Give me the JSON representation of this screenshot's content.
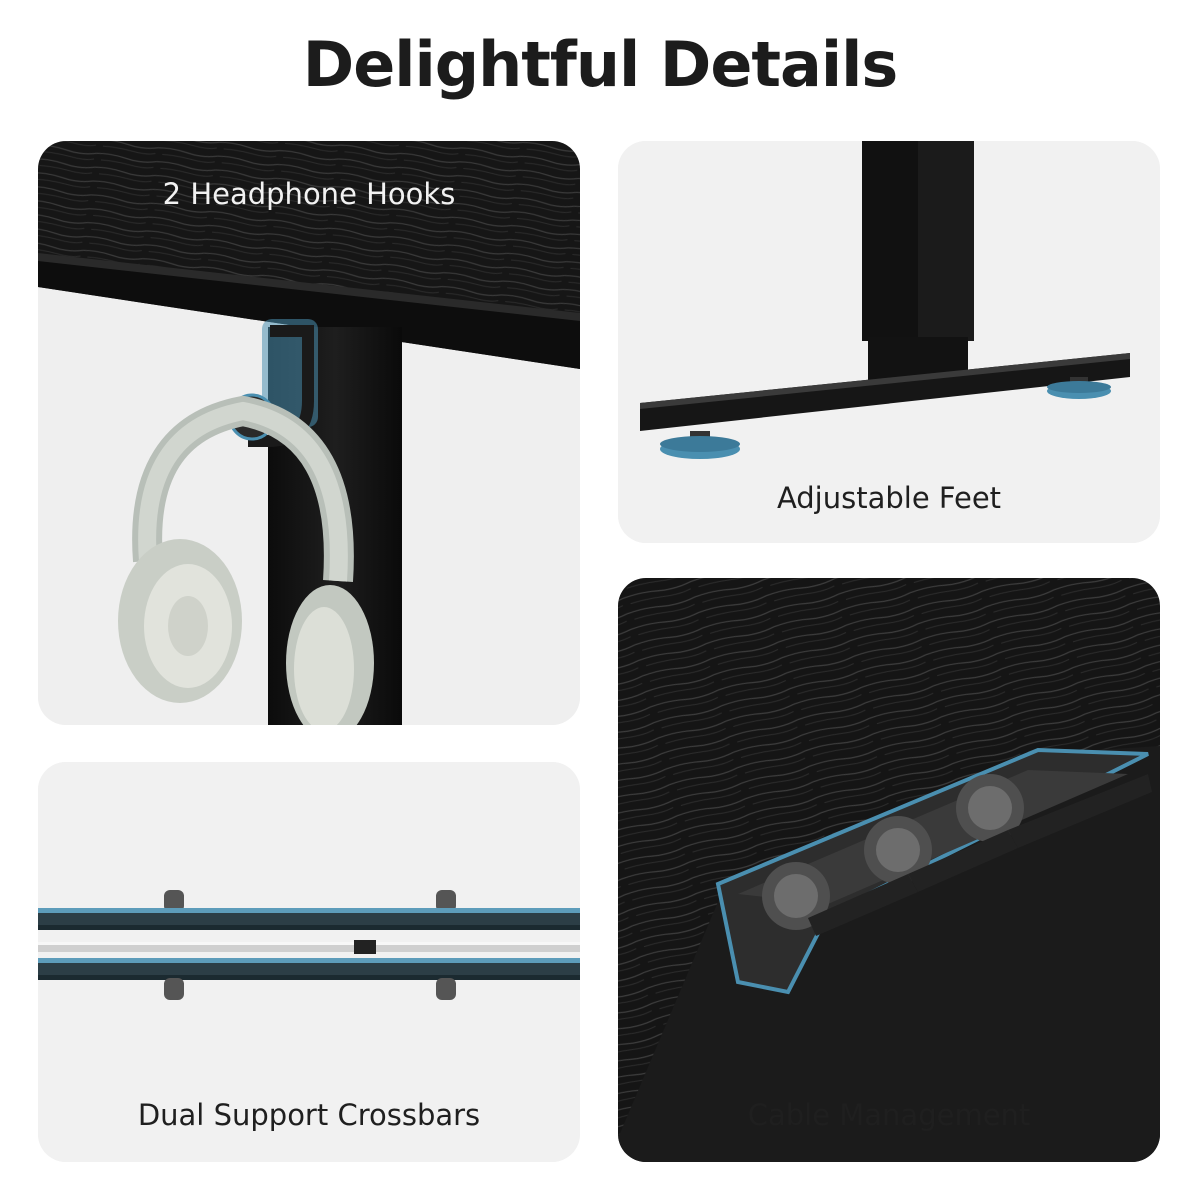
{
  "page": {
    "title": "Delightful Details"
  },
  "features": [
    {
      "label": "2 Headphone Hooks",
      "icon": "headphone-hook-illustration"
    },
    {
      "label": "Adjustable Feet",
      "icon": "adjustable-feet-illustration"
    },
    {
      "label": "Dual Support Crossbars",
      "icon": "crossbars-illustration"
    },
    {
      "label": "Cable Management",
      "icon": "cable-management-illustration"
    }
  ],
  "colors": {
    "card_background": "#f1f1f1",
    "desk_black": "#141414",
    "highlight_blue": "#4a8fb0",
    "title_text": "#1c1c1c"
  }
}
